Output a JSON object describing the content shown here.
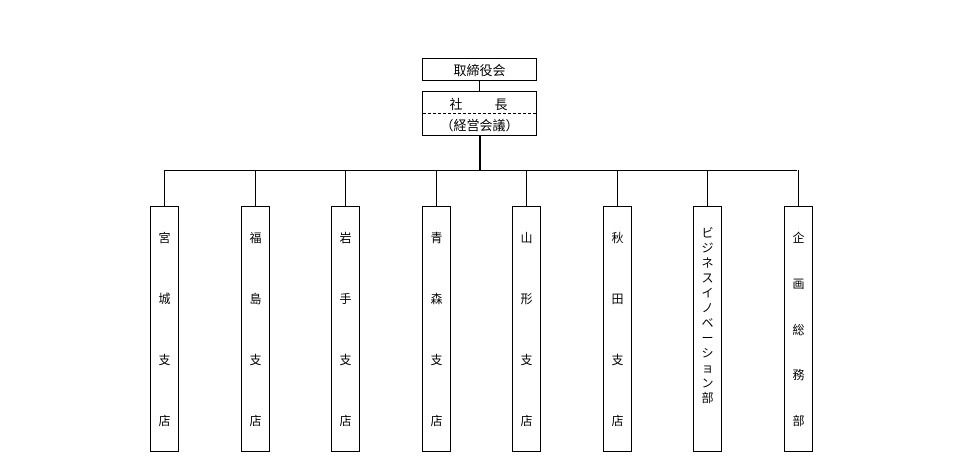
{
  "board": {
    "label": "取締役会"
  },
  "president": {
    "title": "社　　長",
    "subtitle": "（経営会議）"
  },
  "branches": [
    {
      "label": "宮城支店"
    },
    {
      "label": "福島支店"
    },
    {
      "label": "岩手支店"
    },
    {
      "label": "青森支店"
    },
    {
      "label": "山形支店"
    },
    {
      "label": "秋田支店"
    },
    {
      "label": "ビジネスイノベーション部"
    },
    {
      "label": "企画総務部"
    }
  ]
}
